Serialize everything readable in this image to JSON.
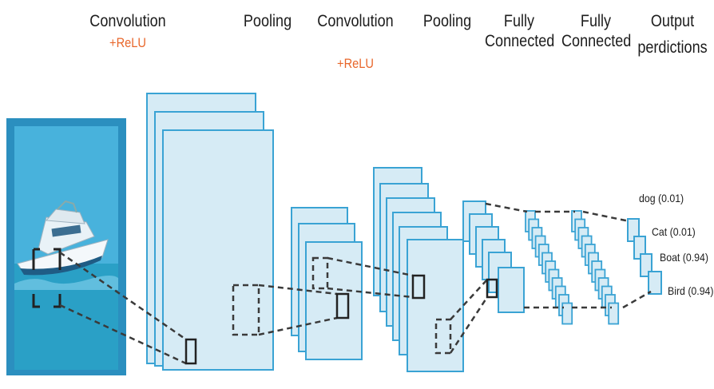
{
  "headers": [
    {
      "key": "conv1",
      "lines": [
        "Convolution"
      ],
      "sub": "+ReLU"
    },
    {
      "key": "pool1",
      "lines": [
        "Pooling"
      ],
      "sub": ""
    },
    {
      "key": "conv2",
      "lines": [
        "Convolution"
      ],
      "sub": "+ReLU"
    },
    {
      "key": "pool2",
      "lines": [
        "Pooling"
      ],
      "sub": ""
    },
    {
      "key": "fc1",
      "lines": [
        "Fully",
        "Connected"
      ],
      "sub": ""
    },
    {
      "key": "fc2",
      "lines": [
        "Fully",
        "Connected"
      ],
      "sub": ""
    },
    {
      "key": "output",
      "lines": [
        "Output",
        "perdictions"
      ],
      "sub": ""
    }
  ],
  "predictions": [
    {
      "label": "dog (0.01)"
    },
    {
      "label": "Cat (0.01)"
    },
    {
      "label": "Boat (0.94)"
    },
    {
      "label": "Bird (0.94)"
    }
  ],
  "colors": {
    "layer_fill": "#d6ebf5",
    "layer_border": "#3aa3d4",
    "image_frame": "#2b8fbf",
    "image_sky": "#3aa9d6",
    "image_sea": "#2b9bc8",
    "dashed": "#3a3a3a",
    "relu": "#e8662a"
  },
  "input_image": {
    "icon": "boat-image"
  }
}
